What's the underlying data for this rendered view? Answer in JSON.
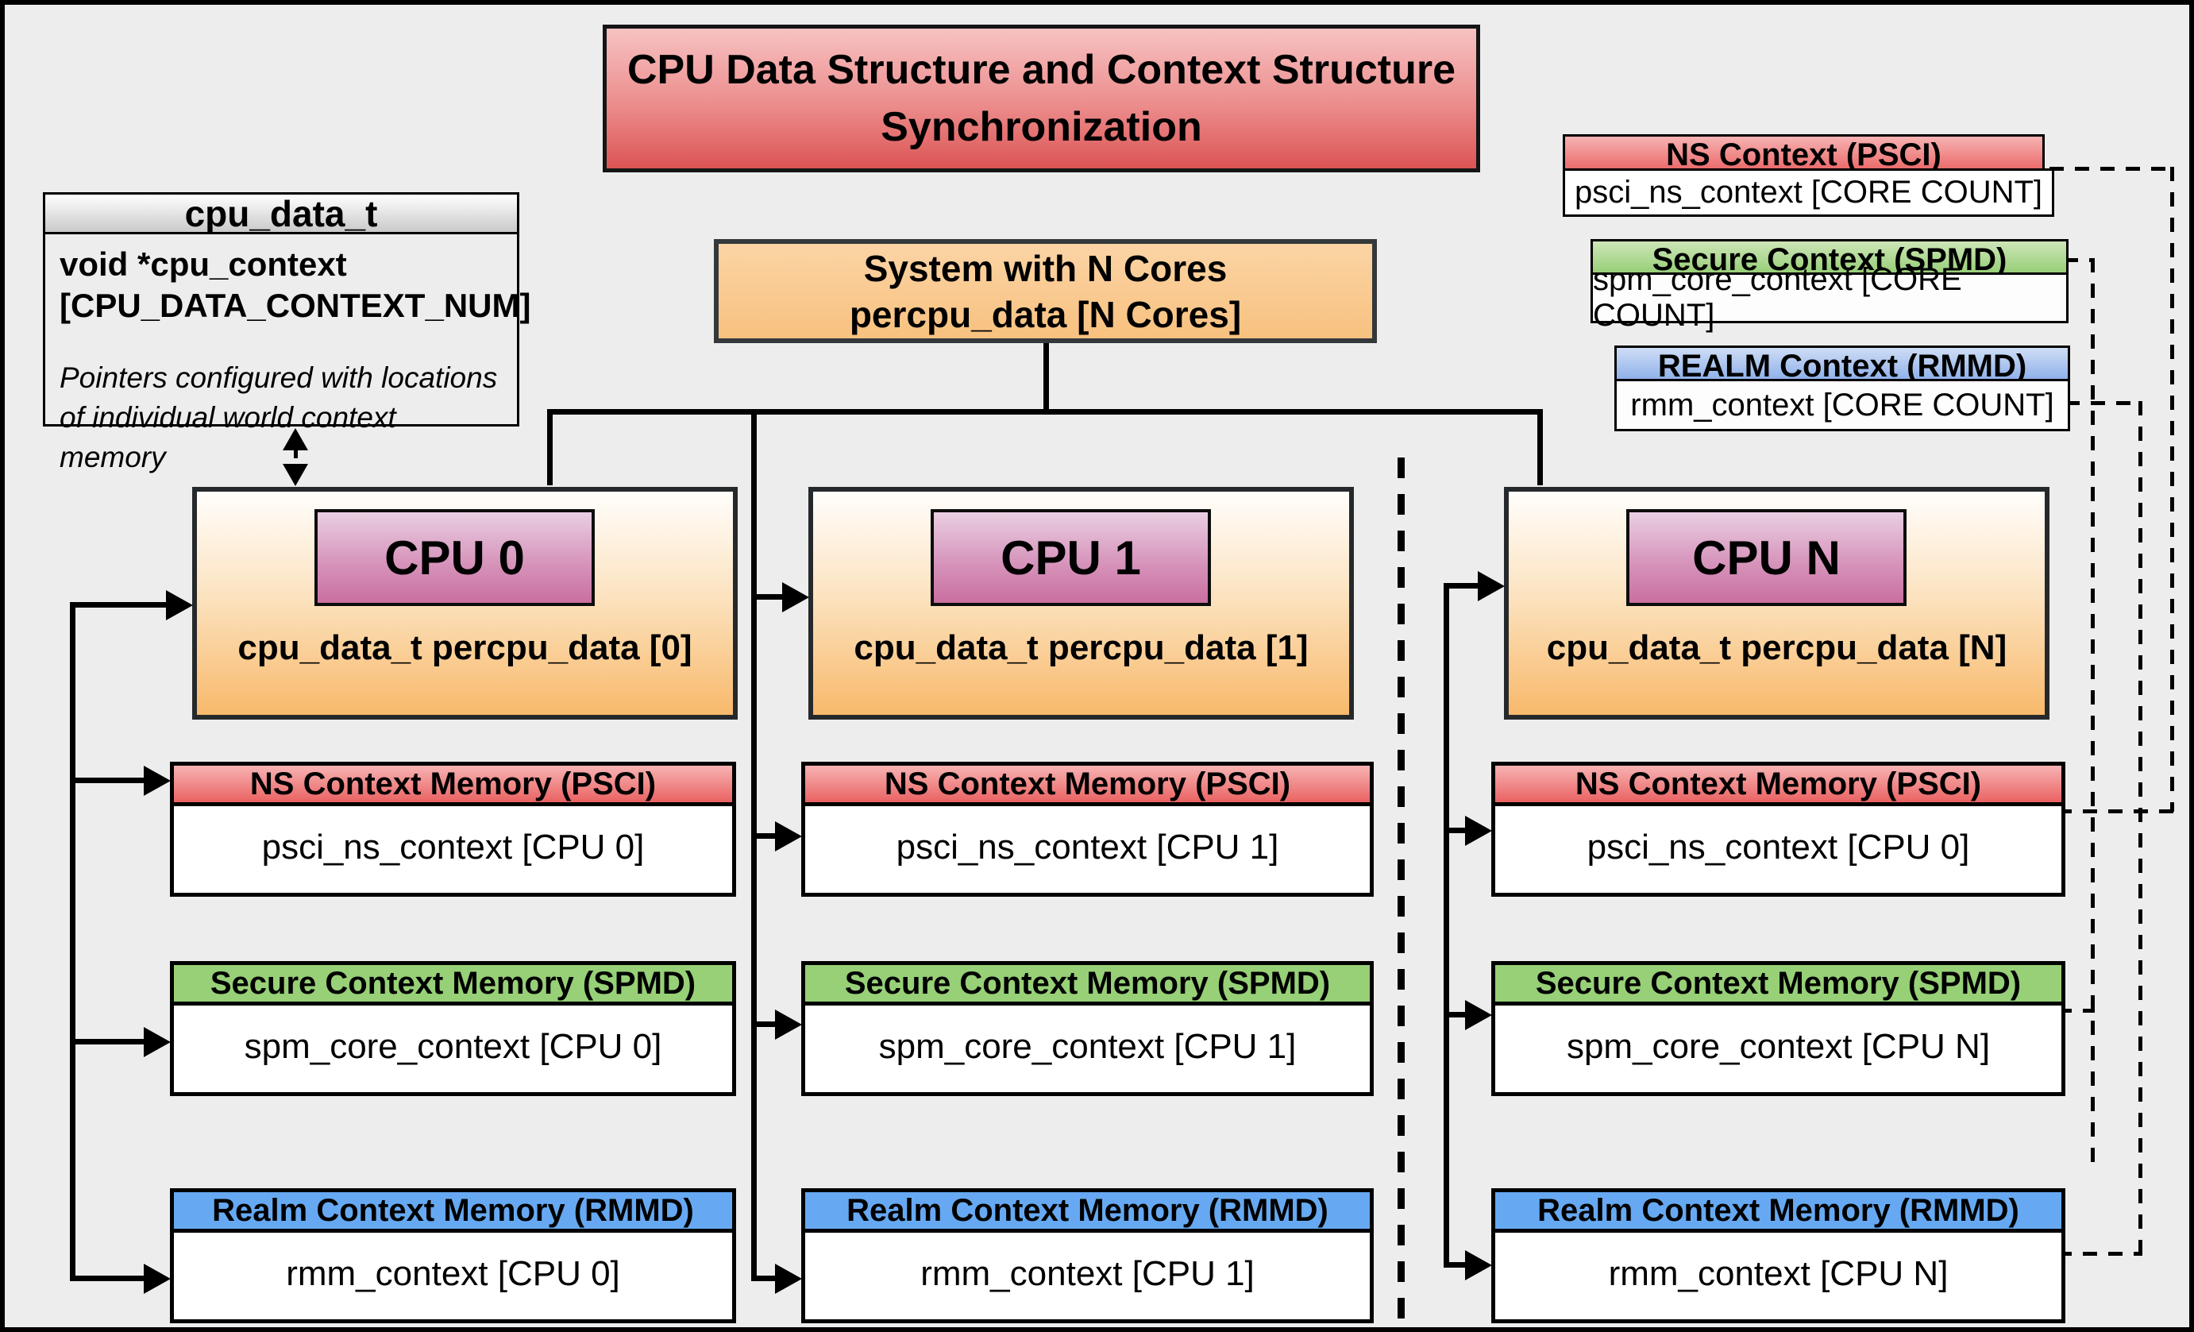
{
  "title": {
    "line1": "CPU Data Structure and Context Structure",
    "line2": "Synchronization"
  },
  "cpu_data_t_box": {
    "header": "cpu_data_t",
    "field_line1": "void *cpu_context",
    "field_line2": "[CPU_DATA_CONTEXT_NUM]",
    "note_line1": "Pointers configured with locations",
    "note_line2": "of individual world context memory"
  },
  "system_box": {
    "line1": "System with N Cores",
    "line2": "percpu_data [N Cores]"
  },
  "legend": {
    "ns": {
      "header": "NS Context  (PSCI)",
      "body": "psci_ns_context [CORE COUNT]"
    },
    "secure": {
      "header": "Secure Context (SPMD)",
      "body": "spm_core_context [CORE COUNT]"
    },
    "realm": {
      "header": "REALM Context (RMMD)",
      "body": "rmm_context [CORE COUNT]"
    }
  },
  "cpus": [
    {
      "name": "CPU 0",
      "data_label": "cpu_data_t percpu_data [0]",
      "ns_header": "NS Context Memory (PSCI)",
      "ns_body": "psci_ns_context [CPU 0]",
      "secure_header": "Secure Context Memory (SPMD)",
      "secure_body": "spm_core_context [CPU 0]",
      "realm_header": "Realm Context Memory (RMMD)",
      "realm_body": "rmm_context [CPU 0]"
    },
    {
      "name": "CPU 1",
      "data_label": "cpu_data_t percpu_data [1]",
      "ns_header": "NS Context Memory (PSCI)",
      "ns_body": "psci_ns_context [CPU 1]",
      "secure_header": "Secure Context Memory (SPMD)",
      "secure_body": "spm_core_context [CPU 1]",
      "realm_header": "Realm Context Memory (RMMD)",
      "realm_body": "rmm_context [CPU 1]"
    },
    {
      "name": "CPU N",
      "data_label": "cpu_data_t percpu_data [N]",
      "ns_header": "NS Context Memory (PSCI)",
      "ns_body": "psci_ns_context [CPU 0]",
      "secure_header": "Secure Context Memory (SPMD)",
      "secure_body": "spm_core_context [CPU N]",
      "realm_header": "Realm Context Memory (RMMD)",
      "realm_body": "rmm_context [CPU N]"
    }
  ],
  "colors": {
    "ns_red": "#ea6262",
    "secure_green": "#97d077",
    "realm_blue": "#66a9f2",
    "cpu_orange": "#f8b96b",
    "badge_pink": "#c96f9f",
    "title_red": "#dc5454"
  }
}
